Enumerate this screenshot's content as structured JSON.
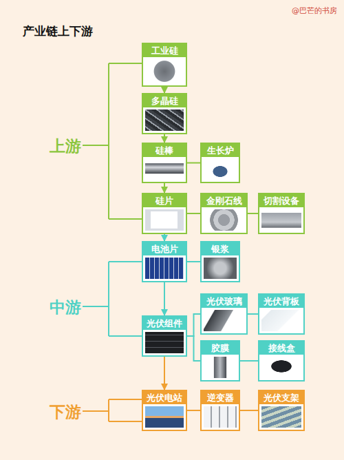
{
  "diagram": {
    "title": "产业链上下游",
    "nodes": [
      {
        "text": [
          "工业硅"
        ]
      },
      {
        "text": [
          "多晶硅"
        ]
      },
      {
        "text": [
          "硅棒"
        ]
      },
      {
        "text": [
          "生长炉"
        ]
      },
      {
        "text": [
          "硅片"
        ]
      },
      {
        "text": [
          "金刚石线"
        ]
      },
      {
        "text": [
          "切割设备"
        ]
      },
      {
        "text": [
          "电池片"
        ]
      },
      {
        "text": [
          "银浆"
        ]
      },
      {
        "text": [
          "光伏玻璃"
        ]
      },
      {
        "text": [
          "光伏背板"
        ]
      },
      {
        "text": [
          "光伏组件"
        ]
      },
      {
        "text": [
          "胶膜"
        ]
      },
      {
        "text": [
          "接线盒"
        ]
      },
      {
        "text": [
          "光伏电站"
        ]
      },
      {
        "text": [
          "逆变器"
        ]
      },
      {
        "text": [
          "光伏支架"
        ]
      }
    ],
    "edges": [
      {
        "from": 0,
        "to": 1,
        "arrow": "to"
      },
      {
        "from": 1,
        "to": 2,
        "arrow": "to"
      },
      {
        "from": 2,
        "to": 4,
        "arrow": "to"
      },
      {
        "from": 3,
        "to": 2,
        "arrow": "none"
      },
      {
        "from": 5,
        "to": 4,
        "arrow": "none"
      },
      {
        "from": 6,
        "to": 5,
        "arrow": "none"
      },
      {
        "from": 4,
        "to": 7,
        "arrow": "to"
      },
      {
        "from": 8,
        "to": 7,
        "arrow": "none"
      },
      {
        "from": 7,
        "to": 11,
        "arrow": "to"
      },
      {
        "from": 9,
        "to": 11,
        "arrow": "none"
      },
      {
        "from": 10,
        "to": 9,
        "arrow": "none"
      },
      {
        "from": 12,
        "to": 11,
        "arrow": "none"
      },
      {
        "from": 13,
        "to": 12,
        "arrow": "none"
      },
      {
        "from": 11,
        "to": 14,
        "arrow": "to"
      },
      {
        "from": 15,
        "to": 14,
        "arrow": "none"
      },
      {
        "from": 16,
        "to": 15,
        "arrow": "none"
      }
    ],
    "labels": [
      "上游",
      "中游",
      "下游",
      "@巴芒的书房"
    ]
  }
}
